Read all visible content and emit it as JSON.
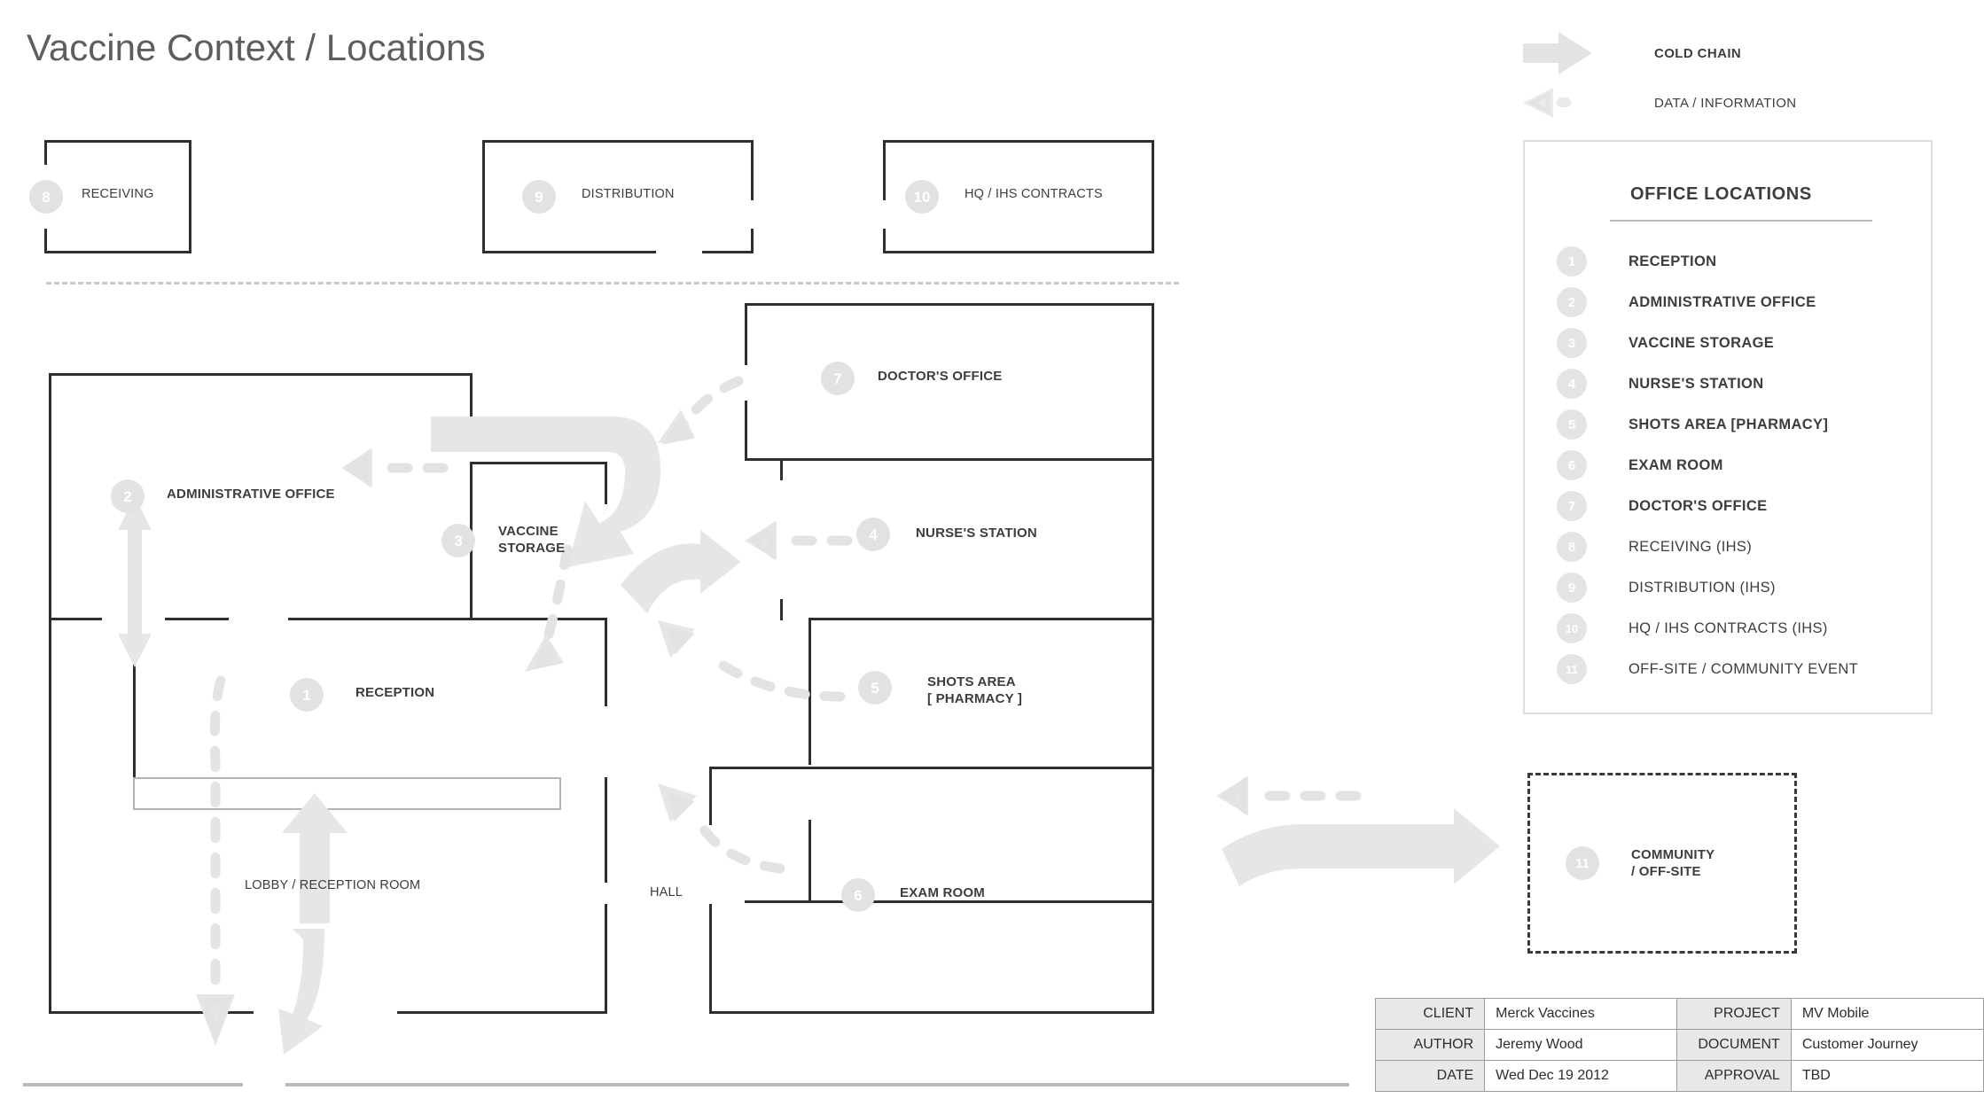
{
  "page_title": "Vaccine Context / Locations",
  "legend": {
    "items": [
      {
        "id": "cold-chain",
        "label": "COLD CHAIN",
        "style": "solid-arrow",
        "bold": true
      },
      {
        "id": "data-information",
        "label": "DATA / INFORMATION",
        "style": "dashed-arrow",
        "bold": false
      }
    ]
  },
  "locations_panel": {
    "title": "OFFICE LOCATIONS",
    "items": [
      {
        "num": "1",
        "label": "RECEPTION",
        "bold": true
      },
      {
        "num": "2",
        "label": "ADMINISTRATIVE OFFICE",
        "bold": true
      },
      {
        "num": "3",
        "label": "VACCINE STORAGE",
        "bold": true
      },
      {
        "num": "4",
        "label": "NURSE'S STATION",
        "bold": true
      },
      {
        "num": "5",
        "label": "SHOTS AREA  [PHARMACY]",
        "bold": true
      },
      {
        "num": "6",
        "label": "EXAM ROOM",
        "bold": true
      },
      {
        "num": "7",
        "label": "DOCTOR'S OFFICE",
        "bold": true
      },
      {
        "num": "8",
        "label": "RECEIVING (IHS)",
        "bold": false
      },
      {
        "num": "9",
        "label": "DISTRIBUTION (IHS)",
        "bold": false
      },
      {
        "num": "10",
        "label": "HQ / IHS CONTRACTS (IHS)",
        "bold": false
      },
      {
        "num": "11",
        "label": "OFF-SITE / COMMUNITY EVENT",
        "bold": false
      }
    ]
  },
  "external_boxes": [
    {
      "num": "8",
      "label": "RECEIVING"
    },
    {
      "num": "9",
      "label": "DISTRIBUTION"
    },
    {
      "num": "10",
      "label": "HQ / IHS CONTRACTS"
    }
  ],
  "floorplan": {
    "rooms": [
      {
        "num": "1",
        "label": "RECEPTION",
        "bold": true
      },
      {
        "num": "2",
        "label": "ADMINISTRATIVE OFFICE",
        "bold": true
      },
      {
        "num": "3",
        "label_line1": "VACCINE",
        "label_line2": "STORAGE",
        "bold": true
      },
      {
        "num": "4",
        "label": "NURSE'S STATION",
        "bold": true
      },
      {
        "num": "5",
        "label_line1": "SHOTS AREA",
        "label_line2": "[ PHARMACY ]",
        "bold": true
      },
      {
        "num": "6",
        "label": "EXAM ROOM",
        "bold": true
      },
      {
        "num": "7",
        "label": "DOCTOR'S OFFICE",
        "bold": true
      }
    ],
    "plain_labels": [
      {
        "id": "lobby",
        "label": "LOBBY / RECEPTION ROOM"
      },
      {
        "id": "hall",
        "label": "HALL"
      }
    ]
  },
  "community": {
    "num": "11",
    "label_line1": "COMMUNITY",
    "label_line2": "/ OFF-SITE"
  },
  "meta": {
    "rows": [
      {
        "key_left": "CLIENT",
        "val_left": "Merck Vaccines",
        "key_right": "PROJECT",
        "val_right": "MV Mobile"
      },
      {
        "key_left": "AUTHOR",
        "val_left": "Jeremy Wood",
        "key_right": "DOCUMENT",
        "val_right": "Customer Journey"
      },
      {
        "key_left": "DATE",
        "val_left": "Wed Dec 19 2012",
        "key_right": "APPROVAL",
        "val_right": "TBD"
      }
    ]
  },
  "colors": {
    "wall": "#2f2f2f",
    "flow_arrow": "#e6e6e6",
    "badge": "#e2e2e2",
    "title_text": "#5e5e5e",
    "body_text": "#3d3d3d",
    "panel_border": "#dcdcdc",
    "table_header_bg": "#e8e8e8"
  }
}
